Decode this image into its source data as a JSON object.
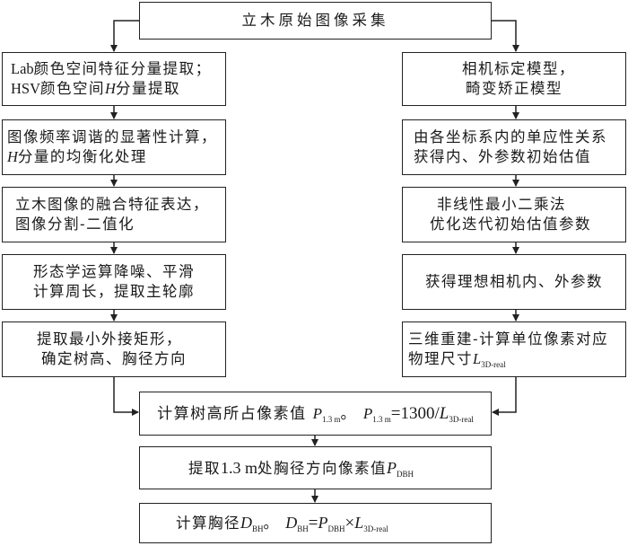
{
  "diagram": {
    "start": {
      "label": "立木原始图像采集"
    },
    "left_branch": [
      {
        "line1_prefix": "Lab",
        "line1_rest": "颜色空间特征分量提取；",
        "line2_prefix": "HSV",
        "line2_mid": "颜色空间",
        "line2_var": "H",
        "line2_rest": "分量提取"
      },
      {
        "line1": "图像频率调谐的显著性计算，",
        "line2_var": "H",
        "line2_rest": "分量的均衡化处理"
      },
      {
        "line1": "立木图像的融合特征表达，",
        "line2": "图像分割-二值化"
      },
      {
        "line1": "形态学运算降噪、平滑",
        "line2": "计算周长，提取主轮廓"
      },
      {
        "line1": "提取最小外接矩形，",
        "line2": "确定树高、胸径方向"
      }
    ],
    "right_branch": [
      {
        "line1": "相机标定模型，",
        "line2": "畸变矫正模型"
      },
      {
        "line1": "由各坐标系内的单应性关系",
        "line2": "获得内、外参数初始估值"
      },
      {
        "line1": "非线性最小二乘法",
        "line2": "优化迭代初始估值参数"
      },
      {
        "line1": "获得理想相机内、外参数"
      },
      {
        "line1": "三维重建-计算单位像素对应",
        "line2_text": "物理尺寸",
        "line2_var": "L",
        "line2_sub": "3D-real"
      }
    ],
    "merge": {
      "text": "计算树高所占像素值",
      "var_p": "P",
      "sub_13m": "1.3 m",
      "sep": "。",
      "eq": "=1300/",
      "var_l": "L",
      "sub_3d": "3D-real"
    },
    "step2": {
      "text1": "提取",
      "num": "1.3 m",
      "text2": "处胸径方向像素值",
      "var_p": "P",
      "sub_dbh": "DBH"
    },
    "step3": {
      "text": "计算胸径",
      "var_d": "D",
      "sub_bh": "BH",
      "sep": "。",
      "eq": "=",
      "var_p": "P",
      "sub_dbh": "DBH",
      "times": "×",
      "var_l": "L",
      "sub_3d": "3D-real"
    }
  }
}
